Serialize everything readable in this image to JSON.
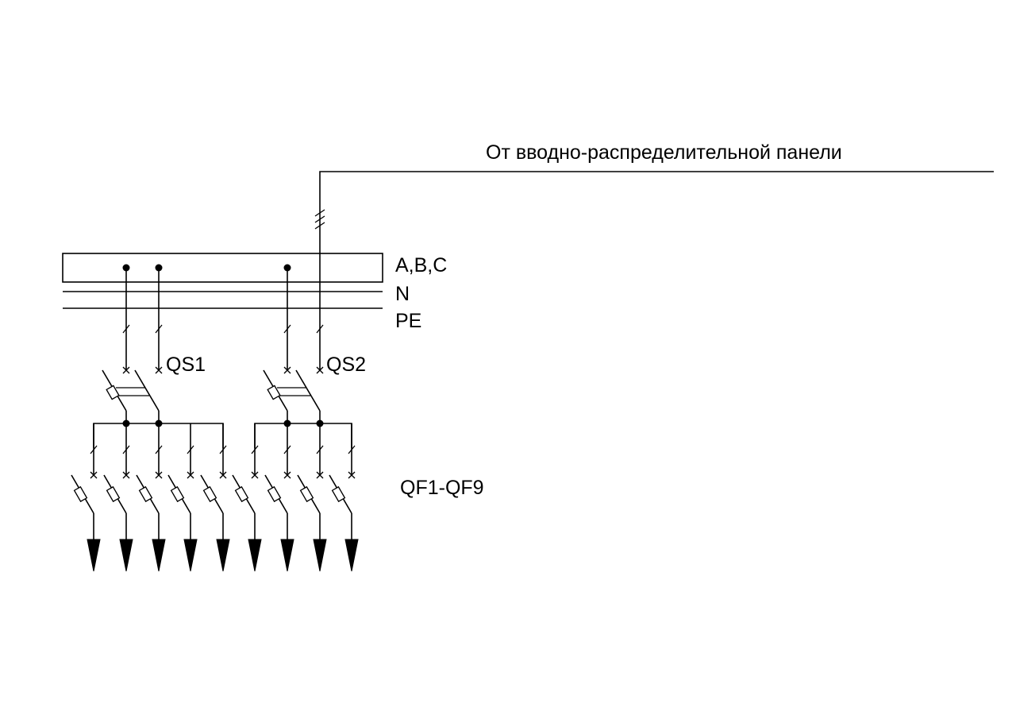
{
  "incoming_label": "От вводно-распределительной панели",
  "bus_labels": {
    "phases": "A,B,C",
    "neutral": "N",
    "protective_earth": "PE"
  },
  "switches": [
    {
      "label": "QS1"
    },
    {
      "label": "QS2"
    }
  ],
  "breakers": {
    "label": "QF1-QF9",
    "count": 9
  },
  "colors": {
    "line": "#000000",
    "background": "#ffffff"
  }
}
